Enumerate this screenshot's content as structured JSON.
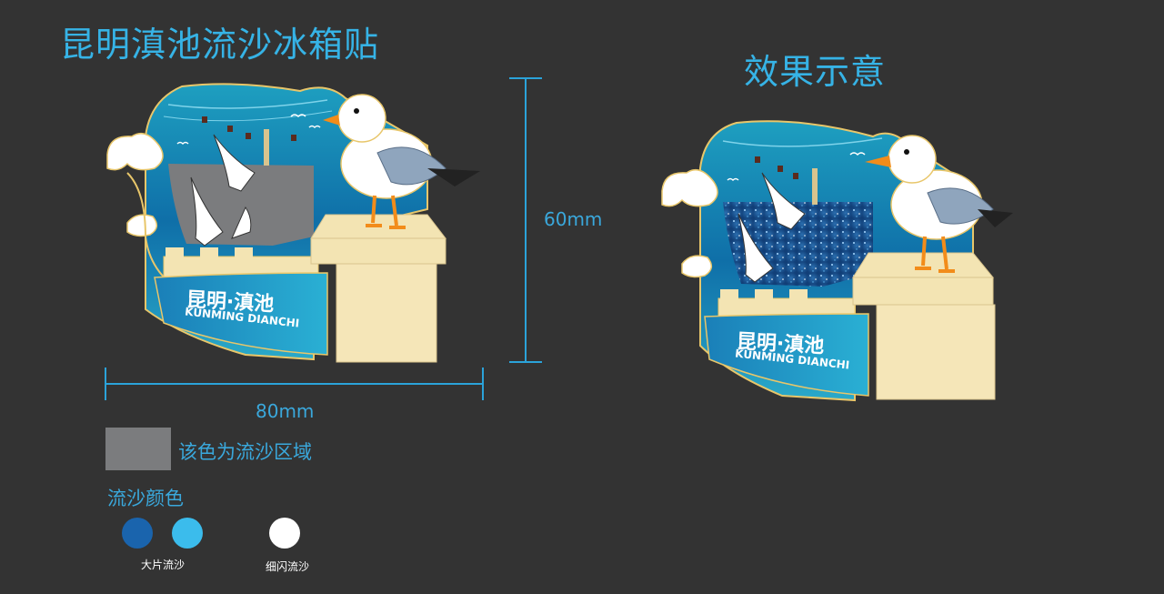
{
  "title": "昆明滇池流沙冰箱贴",
  "effect_title": "效果示意",
  "dimensions": {
    "height": "60mm",
    "width": "80mm"
  },
  "magnet_text": {
    "cn": "昆明·滇池",
    "en": "KUNMING DIANCHI"
  },
  "legend": {
    "swatch_color": "#7b7c7e",
    "text": "该色为流沙区域"
  },
  "sand_colors": {
    "title": "流沙颜色",
    "groups": [
      {
        "label": "大片流沙",
        "colors": [
          "#1a64ad",
          "#3bbcec"
        ]
      },
      {
        "label": "细闪流沙",
        "colors": [
          "#ffffff"
        ]
      }
    ]
  },
  "colors": {
    "accent": "#36b3e6",
    "background": "#333333",
    "sea_dark": "#0f6fa8",
    "sea_light": "#2aa9c9",
    "gold": "#f3e4b3"
  }
}
